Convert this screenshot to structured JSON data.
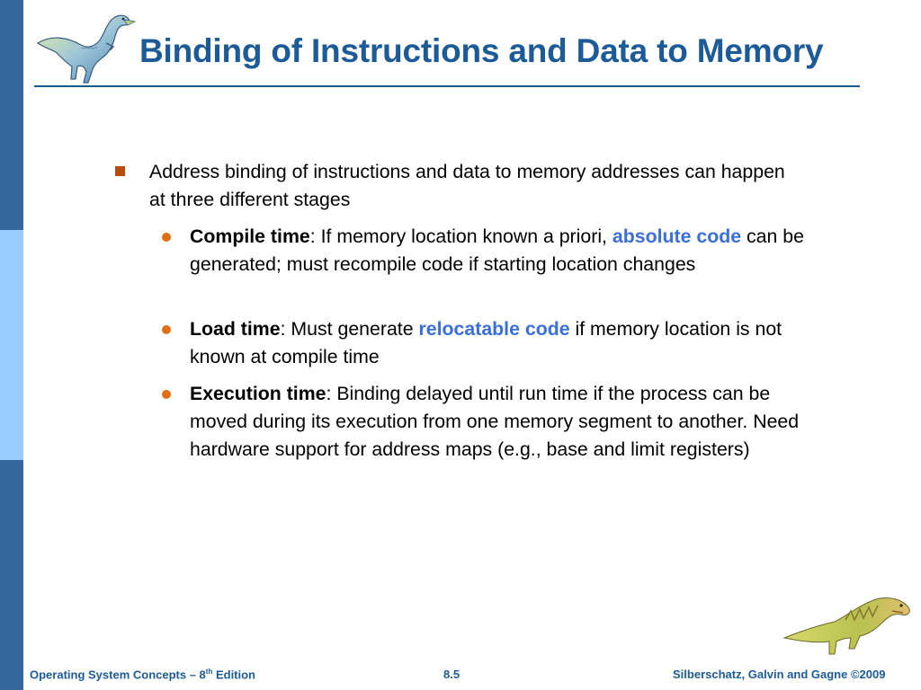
{
  "slide": {
    "title": "Binding of Instructions and Data to Memory",
    "bullet_main": "Address binding of instructions and data to memory addresses can happen at three different stages",
    "items": [
      {
        "term": "Compile time",
        "sep": ":  ",
        "pre": "If memory location known a priori, ",
        "highlight": "absolute code",
        "post": " can be generated; must recompile code if starting location changes"
      },
      {
        "term": "Load time",
        "sep": ":  ",
        "pre": "Must generate ",
        "highlight": "relocatable code",
        "post": " if memory location is not known at compile time"
      },
      {
        "term": "Execution time",
        "sep": ":  ",
        "pre": "Binding delayed until run time if the process can be moved during its execution from one memory segment to another.  Need hardware support for address maps (e.g., base and limit registers)",
        "highlight": "",
        "post": ""
      }
    ]
  },
  "footer": {
    "left_prefix": "Operating System Concepts – 8",
    "left_sup": "th",
    "left_suffix": " Edition",
    "page": "8.5",
    "right": "Silberschatz, Galvin and Gagne ©2009"
  },
  "colors": {
    "title": "#1c5b97",
    "highlight": "#3a6fd8",
    "bullet_square": "#b84a0e",
    "bullet_dot": "#e06f12",
    "sidebar_dark": "#336699",
    "sidebar_light": "#99ccff"
  },
  "icons": {
    "top_left": "dinosaur-icon",
    "bottom_right": "dinosaur-icon"
  }
}
